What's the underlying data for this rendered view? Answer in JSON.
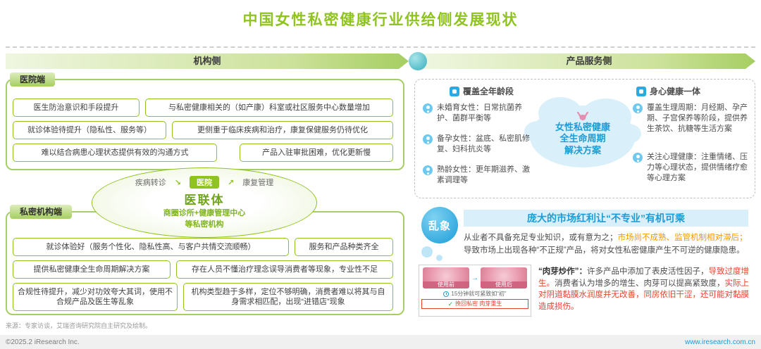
{
  "title": "中国女性私密健康行业供给侧发展现状",
  "banners": {
    "left": "机构侧",
    "right": "产品服务侧"
  },
  "hospital": {
    "tab": "医院端",
    "boxes": [
      "医生防治意识和手段提升",
      "与私密健康相关的（如产康）科室或社区服务中心数量增加",
      "就诊体验待提升（隐私性、服务等）",
      "更侧重于临床疾病和治疗，康复保健服务仍待优化",
      "难以结合病患心理状态提供有效的沟通方式",
      "产品入驻审批困难，优化更新慢"
    ]
  },
  "alliance": {
    "transfer": "疾病转诊",
    "hospital": "医院",
    "rehab": "康复管理",
    "title": "医联体",
    "sub1": "商圈诊所+健康管理中心",
    "sub2": "等私密机构"
  },
  "private_org": {
    "tab": "私密机构端",
    "boxes": [
      "就诊体验好（服务个性化、隐私性高、与客户共情交流顺畅）",
      "服务和产品种类齐全",
      "提供私密健康全生命周期解决方案",
      "存在人员不懂治疗理念误导消费者等现象，专业性不足",
      "合规性待提升，减少对功效夸大其词，使用不合规产品及医生等乱象",
      "机构类型趋于多样，定位不够明确，消费者难以将其与自身需求相匹配，出现“进错店”现象"
    ]
  },
  "products": {
    "age_header": "覆盖全年龄段",
    "mind_header": "身心健康一体",
    "age_items": [
      "未婚育女性：日常抗菌养护、菌群平衡等",
      "备孕女性：盆底、私密肌修复、妇科抗炎等",
      "熟龄女性：更年期滋养、激素调理等"
    ],
    "mind_items": [
      "覆盖生理周期：月经期、孕产期、子宫保养等阶段，提供养生茶饮、抗糖等生活方案",
      "关注心理健康：注重情绪、压力等心理状态，提供情绪疗愈等心理方案"
    ],
    "cloud": {
      "line1": "女性私密健康",
      "line2": "全生命周期",
      "line3": "解决方案"
    }
  },
  "chaos": {
    "badge": "乱象",
    "headline": "庞大的市场红利让“不专业”有机可乘",
    "body": {
      "seg1": "从业者不具备充足专业知识，或有意为之；",
      "seg2": "市场尚不成熟、监管机制相对滞后；",
      "seg3": "导致市场上出现各种“不正规”产品，将对女性私密健康产生不可逆的健康隐患。"
    },
    "example": {
      "before": "使用前",
      "after": "使用后",
      "timer": "15分钟就可紧致如“初”",
      "claim": "挽回私密 肉芽重生",
      "quote_title": "“肉芽炒作”：",
      "q1": "许多产品中添加了表皮活性因子，",
      "q2": "导致过度增生。",
      "q3": "消费者认为增多的增生、肉芽可以提高紧致度，",
      "q4": "实际上对阴道黏膜水润度并无改善，同房依旧干涩，还可能对黏膜造成损伤。"
    }
  },
  "icons": {
    "check": "✓",
    "arrow_right": "→",
    "transfer_arrow": "↘",
    "rehab_arrow": "↗"
  },
  "footer": {
    "source": "来源：专家访谈，艾瑞咨询研究院自主研究及绘制。",
    "copyright": "©2025.2 iResearch Inc.",
    "website": "www.iresearch.com.cn"
  },
  "colors": {
    "green": "#8FC31F",
    "blue": "#1B9CD8",
    "light_blue": "#D9F0FA",
    "red": "#E8432E",
    "orange": "#F39800"
  }
}
